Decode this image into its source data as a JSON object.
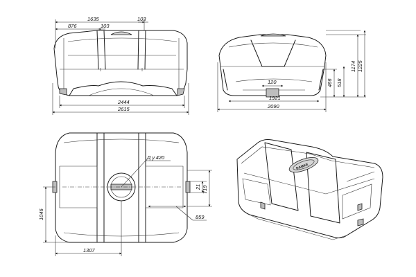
{
  "front_view": {
    "dims": {
      "overall_top": "1635",
      "left_offset": "876",
      "neck_width": "103",
      "right_neck": "103",
      "bottom_inner": "2444",
      "bottom_overall": "2615"
    }
  },
  "side_view": {
    "dims": {
      "outlet": "120",
      "bottom_inner": "1921",
      "bottom_overall": "2090",
      "height_466": "466",
      "height_518": "518",
      "height_1174": "1174",
      "height_1225": "1225"
    }
  },
  "top_view": {
    "dims": {
      "lid_diameter": "Д у.420",
      "h_21": "21",
      "h_719": "719",
      "w_859": "859",
      "h_1046": "1046",
      "w_1307": "1307"
    }
  },
  "iso_view": {
    "badge": "DAMKE"
  }
}
